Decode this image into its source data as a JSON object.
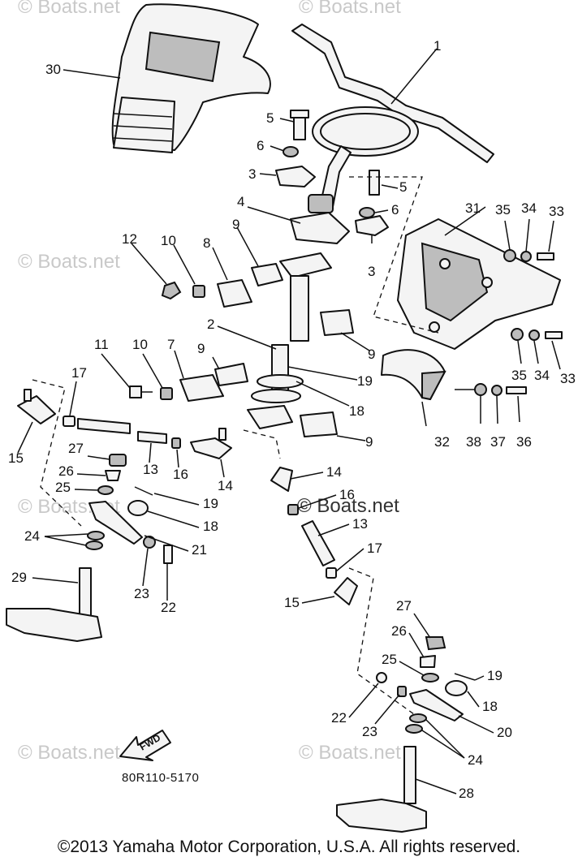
{
  "watermark": {
    "text": "© Boats.net",
    "center_text": "© Boats.net"
  },
  "drawing_code": "80R110-5170",
  "fwd_label": "FWD",
  "copyright": "©2013 Yamaha Motor Corporation, U.S.A. All rights reserved.",
  "callouts": {
    "c1": "1",
    "c2": "2",
    "c3a": "3",
    "c3b": "3",
    "c4": "4",
    "c5a": "5",
    "c5b": "5",
    "c6a": "6",
    "c6b": "6",
    "c7": "7",
    "c8": "8",
    "c9a": "9",
    "c9b": "9",
    "c9c": "9",
    "c9d": "9",
    "c10a": "10",
    "c10b": "10",
    "c11": "11",
    "c12": "12",
    "c13a": "13",
    "c13b": "13",
    "c14a": "14",
    "c14b": "14",
    "c15a": "15",
    "c15b": "15",
    "c16a": "16",
    "c16b": "16",
    "c17a": "17",
    "c17b": "17",
    "c18a": "18",
    "c18b": "18",
    "c18c": "18",
    "c19a": "19",
    "c19b": "19",
    "c19c": "19",
    "c20": "20",
    "c21": "21",
    "c22a": "22",
    "c22b": "22",
    "c23a": "23",
    "c23b": "23",
    "c24a": "24",
    "c24b": "24",
    "c25a": "25",
    "c25b": "25",
    "c26a": "26",
    "c26b": "26",
    "c27a": "27",
    "c27b": "27",
    "c28": "28",
    "c29": "29",
    "c30": "30",
    "c31": "31",
    "c32": "32",
    "c33a": "33",
    "c33b": "33",
    "c34a": "34",
    "c34b": "34",
    "c35a": "35",
    "c35b": "35",
    "c36": "36",
    "c37": "37",
    "c38": "38"
  }
}
